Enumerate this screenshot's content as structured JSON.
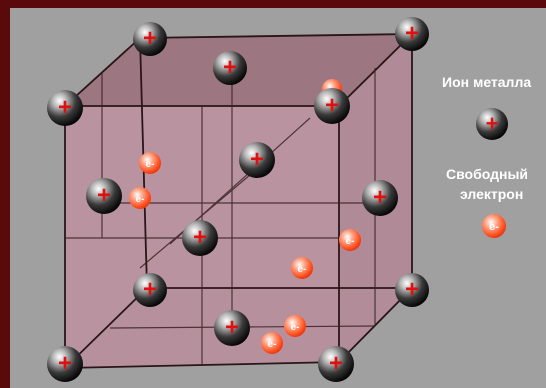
{
  "legend": {
    "ion_label": "Ион металла",
    "electron_label_line1": "Свободный",
    "electron_label_line2": "электрон",
    "ion_symbol": "+",
    "electron_symbol": "e-"
  },
  "colors": {
    "page_background": "#5a0a0a",
    "panel_background": "#a0a0a0",
    "cube_face": "#b994a0",
    "cube_top": "#9c7680",
    "edges": "#2a1518",
    "ion_plus": "#e01010",
    "electron": "#ff5a2a"
  },
  "icons": {
    "ion": "metal-ion-icon",
    "electron": "free-electron-icon"
  }
}
